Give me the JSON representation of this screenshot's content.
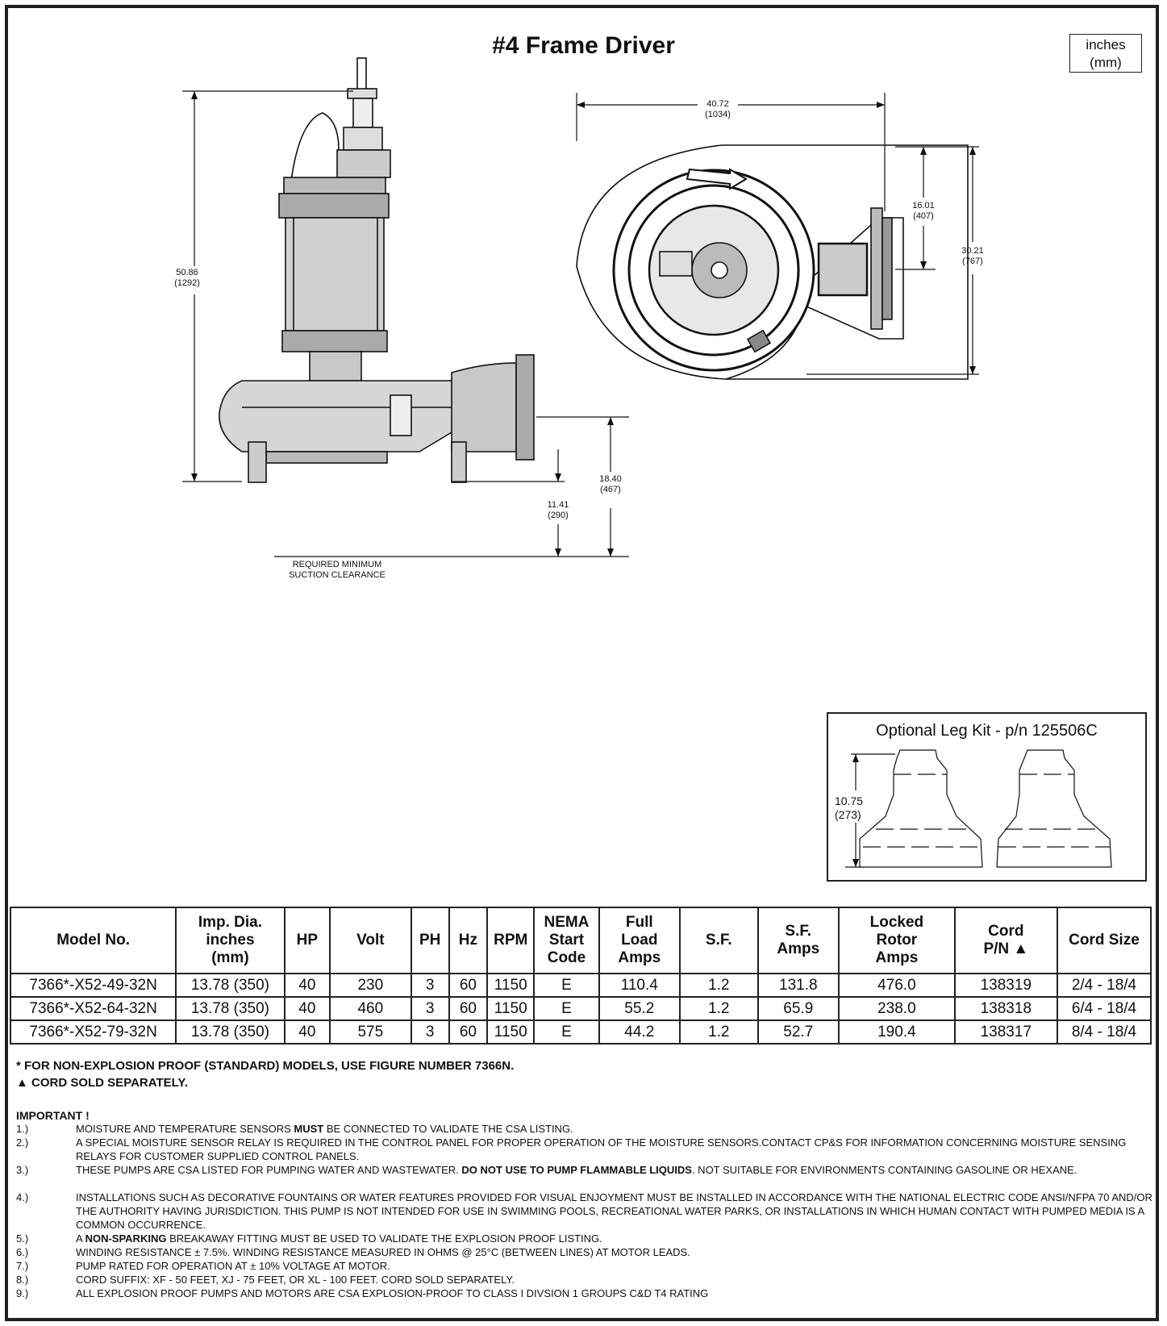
{
  "title": "#4 Frame Driver",
  "units": {
    "line1": "inches",
    "line2": "(mm)"
  },
  "dimensions": {
    "height": {
      "in": "50.86",
      "mm": "(1292)"
    },
    "width": {
      "in": "40.72",
      "mm": "(1034)"
    },
    "discharge_offset": {
      "in": "16.01",
      "mm": "(407)"
    },
    "depth": {
      "in": "30.21",
      "mm": "(767)"
    },
    "discharge_height": {
      "in": "18.40",
      "mm": "(467)"
    },
    "suction_clearance": {
      "in": "11.41",
      "mm": "(290)"
    }
  },
  "clearance_label": {
    "line1": "REQUIRED MINIMUM",
    "line2": "SUCTION CLEARANCE"
  },
  "leg_kit": {
    "title": "Optional Leg Kit - p/n 125506C",
    "height_in": "10.75",
    "height_mm": "(273)"
  },
  "table": {
    "headers": [
      [
        "Model No."
      ],
      [
        "Imp. Dia.",
        "inches",
        "(mm)"
      ],
      [
        "HP"
      ],
      [
        "Volt"
      ],
      [
        "PH"
      ],
      [
        "Hz"
      ],
      [
        "RPM"
      ],
      [
        "NEMA",
        "Start",
        "Code"
      ],
      [
        "Full",
        "Load",
        "Amps"
      ],
      [
        "S.F."
      ],
      [
        "S.F.",
        "Amps"
      ],
      [
        "Locked",
        "Rotor",
        "Amps"
      ],
      [
        "Cord",
        "P/N ▲"
      ],
      [
        "Cord Size"
      ]
    ],
    "rows": [
      [
        "7366*-X52-49-32N",
        "13.78 (350)",
        "40",
        "230",
        "3",
        "60",
        "1150",
        "E",
        "110.4",
        "1.2",
        "131.8",
        "476.0",
        "138319",
        "2/4 - 18/4"
      ],
      [
        "7366*-X52-64-32N",
        "13.78 (350)",
        "40",
        "460",
        "3",
        "60",
        "1150",
        "E",
        "55.2",
        "1.2",
        "65.9",
        "238.0",
        "138318",
        "6/4 - 18/4"
      ],
      [
        "7366*-X52-79-32N",
        "13.78 (350)",
        "40",
        "575",
        "3",
        "60",
        "1150",
        "E",
        "44.2",
        "1.2",
        "52.7",
        "190.4",
        "138317",
        "8/4 - 18/4"
      ]
    ]
  },
  "footnotes": [
    "* FOR NON-EXPLOSION PROOF (STANDARD) MODELS, USE FIGURE NUMBER 7366N.",
    "▲ CORD SOLD SEPARATELY."
  ],
  "important_heading": "IMPORTANT !",
  "notes": [
    {
      "num": "1.)",
      "parts": [
        "MOISTURE AND TEMPERATURE SENSORS ",
        "MUST",
        " BE CONNECTED TO VALIDATE THE CSA LISTING."
      ]
    },
    {
      "num": "2.)",
      "parts": [
        "A SPECIAL MOISTURE SENSOR RELAY IS REQUIRED IN THE CONTROL PANEL FOR PROPER OPERATION OF THE MOISTURE SENSORS.CONTACT CP&S FOR INFORMATION CONCERNING MOISTURE SENSING RELAYS FOR CUSTOMER SUPPLIED CONTROL PANELS."
      ]
    },
    {
      "num": "3.)",
      "parts": [
        "THESE PUMPS ARE CSA LISTED FOR PUMPING WATER AND WASTEWATER. ",
        "DO NOT USE TO PUMP FLAMMABLE LIQUIDS",
        ". NOT SUITABLE FOR ENVIRONMENTS CONTAINING GASOLINE OR  HEXANE."
      ]
    },
    {
      "num": "4.)",
      "parts": [
        "INSTALLATIONS SUCH AS DECORATIVE FOUNTAINS OR WATER FEATURES PROVIDED FOR VISUAL ENJOYMENT MUST BE INSTALLED IN ACCORDANCE WITH THE NATIONAL ELECTRIC CODE ANSI/NFPA 70 AND/OR THE AUTHORITY HAVING JURISDICTION. THIS PUMP IS NOT INTENDED FOR USE IN SWIMMING POOLS, RECREATIONAL WATER PARKS, OR INSTALLATIONS IN WHICH HUMAN CONTACT WITH PUMPED MEDIA IS A COMMON OCCURRENCE."
      ]
    },
    {
      "num": "5.)",
      "parts": [
        "A ",
        "NON-SPARKING",
        " BREAKAWAY FITTING MUST BE USED TO VALIDATE THE EXPLOSION PROOF LISTING."
      ]
    },
    {
      "num": "6.)",
      "parts": [
        "WINDING RESISTANCE ± 7.5%. WINDING RESISTANCE MEASURED IN OHMS @ 25°C (BETWEEN LINES) AT MOTOR LEADS."
      ]
    },
    {
      "num": "7.)",
      "parts": [
        "PUMP RATED FOR OPERATION AT ± 10% VOLTAGE AT MOTOR."
      ]
    },
    {
      "num": "8.)",
      "parts": [
        "CORD SUFFIX: XF - 50 FEET, XJ - 75 FEET, OR XL - 100 FEET. CORD SOLD SEPARATELY."
      ]
    },
    {
      "num": "9.)",
      "parts": [
        "ALL EXPLOSION PROOF PUMPS AND MOTORS ARE CSA EXPLOSION-PROOF TO CLASS I DIVSION 1 GROUPS C&D T4 RATING"
      ]
    }
  ]
}
